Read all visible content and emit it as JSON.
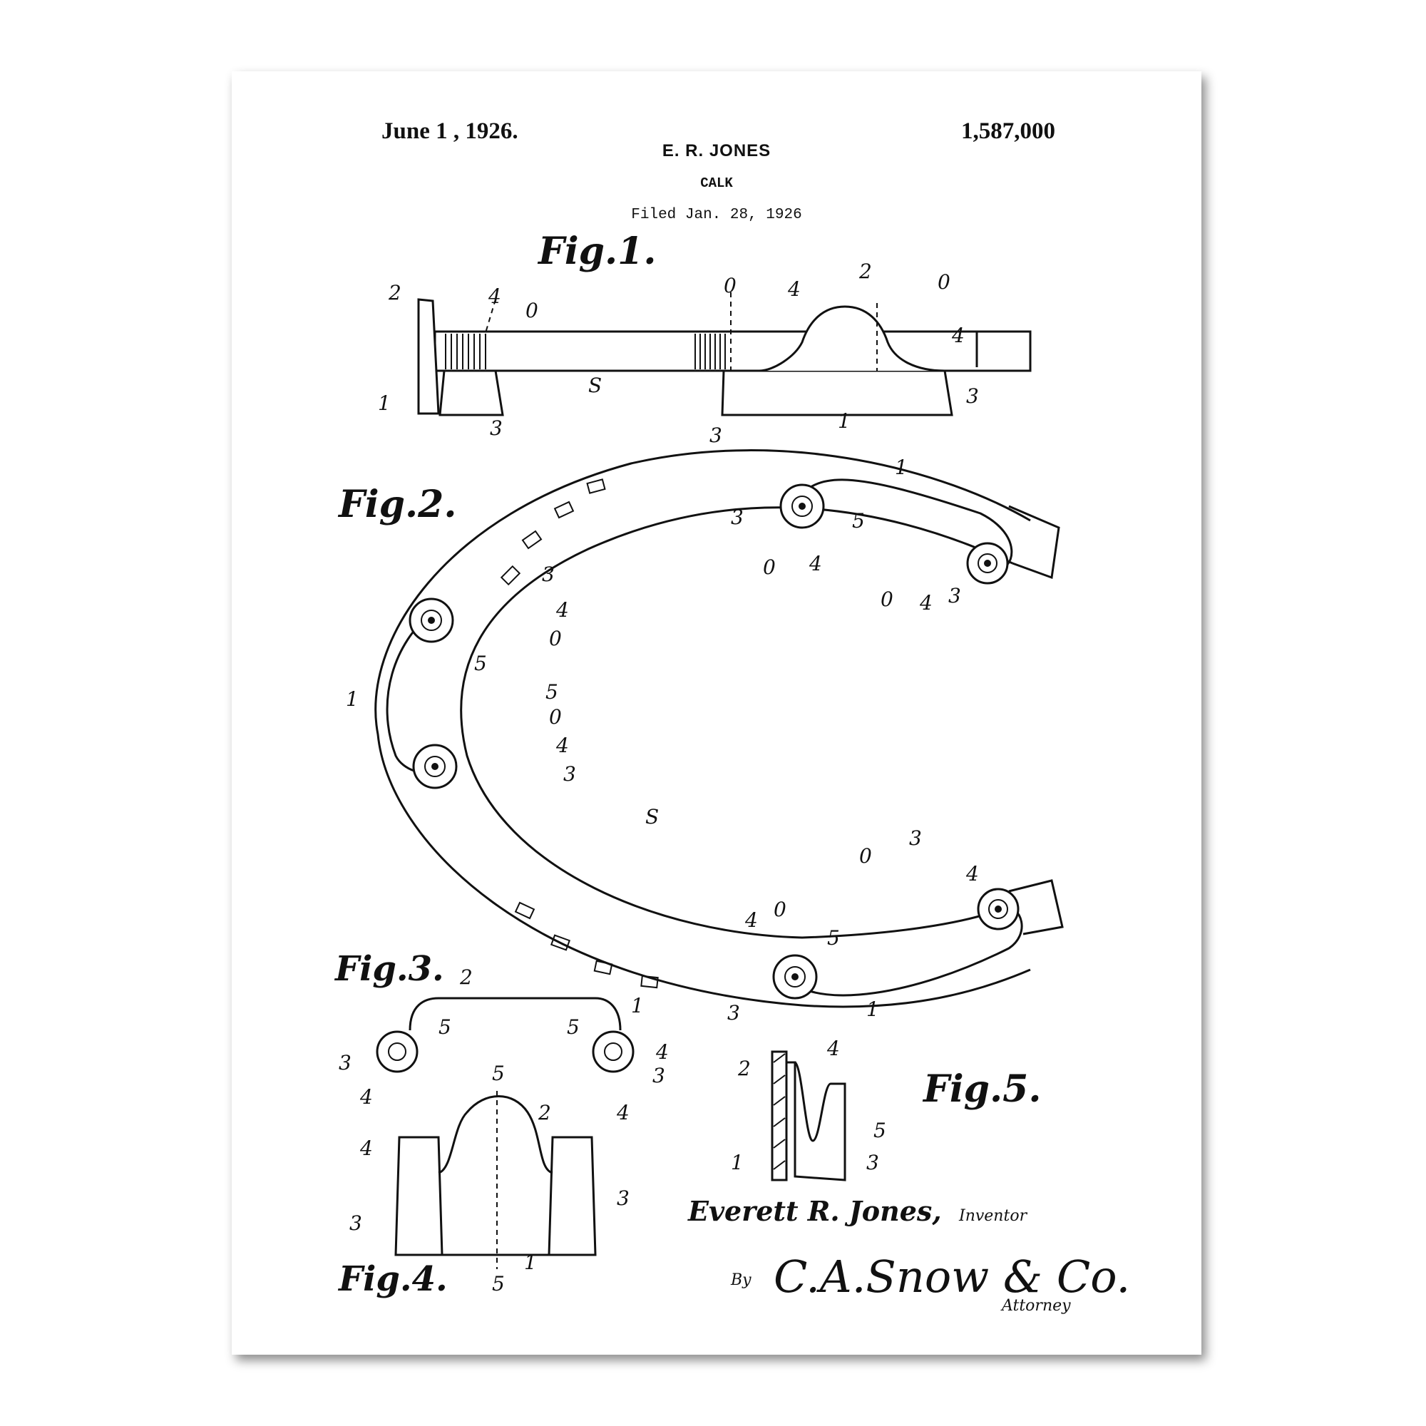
{
  "header": {
    "date": "June 1 , 1926.",
    "number": "1,587,000",
    "inventor": "E. R. JONES",
    "title": "CALK",
    "filed": "Filed Jan. 28, 1926"
  },
  "figures": {
    "fig1": "Fig.1.",
    "fig2": "Fig.2.",
    "fig3": "Fig.3.",
    "fig4": "Fig.4.",
    "fig5": "Fig.5."
  },
  "references": {
    "r0": "0",
    "r1": "1",
    "r2": "2",
    "r3": "3",
    "r4": "4",
    "r5": "5",
    "rS": "S"
  },
  "signature": {
    "inventor_name": "Everett R. Jones,",
    "inventor_role": "Inventor",
    "by": "By",
    "attorney_signature": "C.A.Snow & Co.",
    "attorney_role": "Attorney"
  }
}
